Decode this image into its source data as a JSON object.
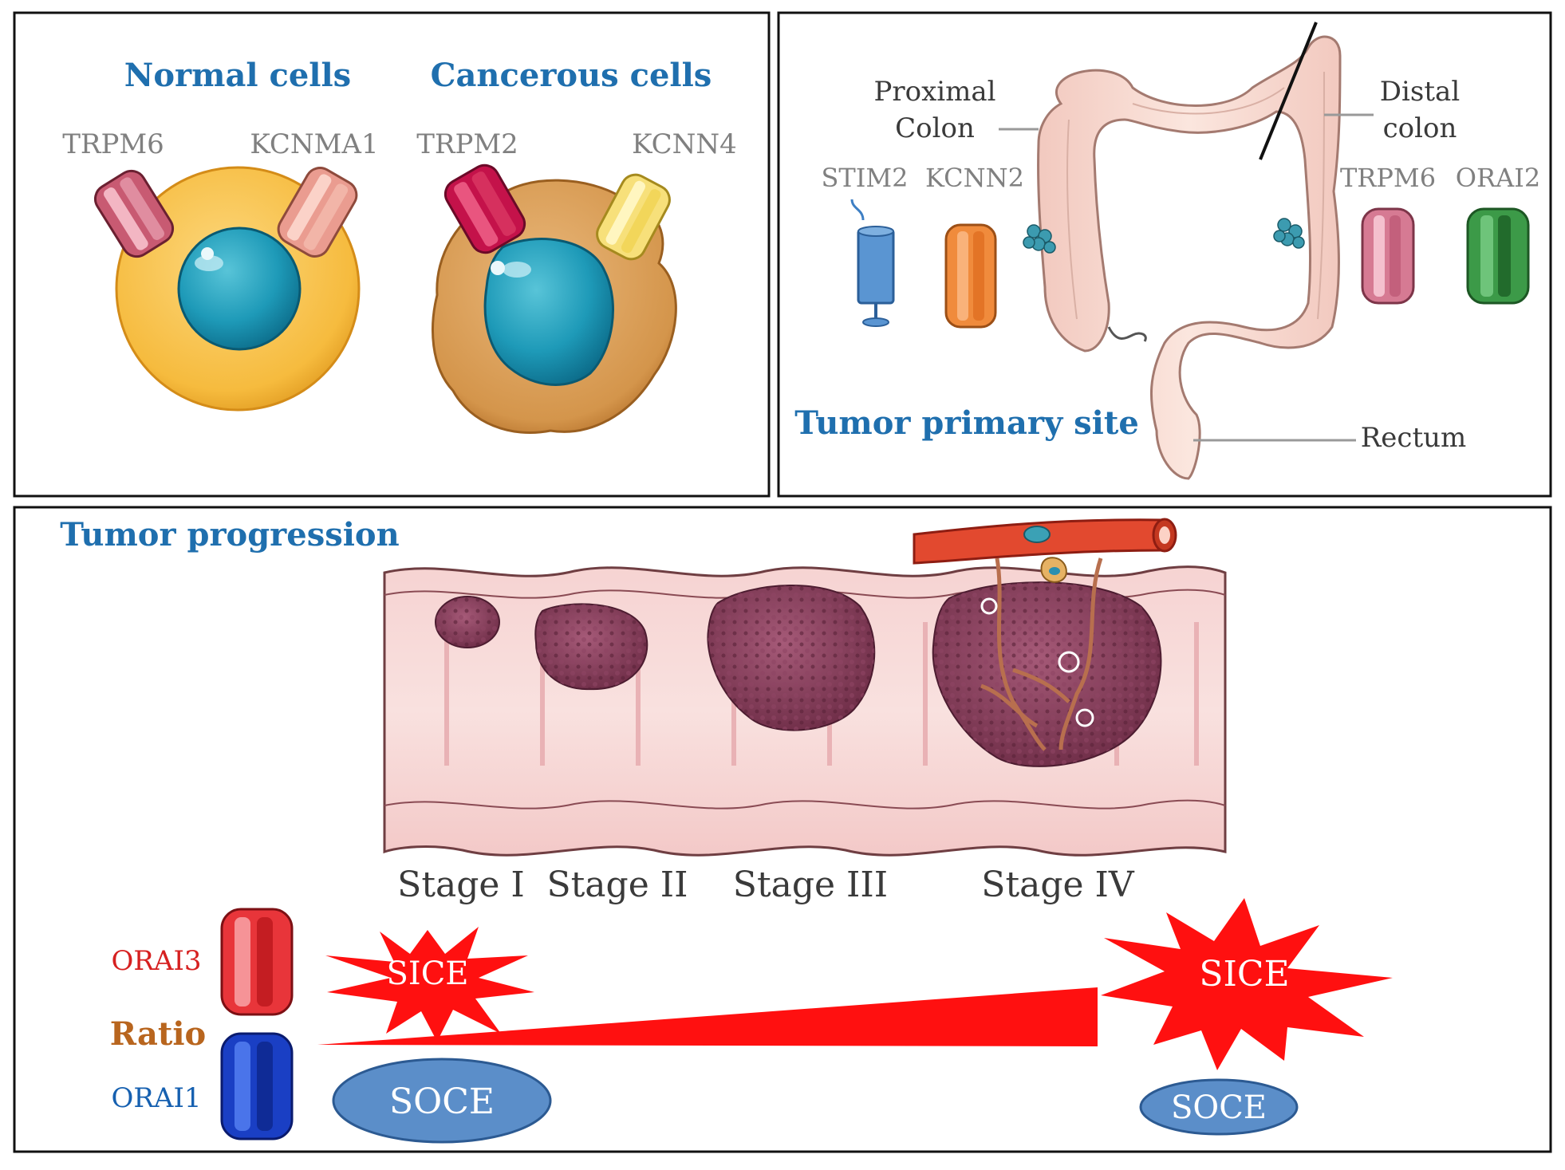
{
  "panel_cells": {
    "normal_title": "Normal cells",
    "cancer_title": "Cancerous cells",
    "normal_left_channel": "TRPM6",
    "normal_right_channel": "KCNMA1",
    "cancer_left_channel": "TRPM2",
    "cancer_right_channel": "KCNN4"
  },
  "panel_colon": {
    "proximal_label_1": "Proximal",
    "proximal_label_2": "Colon",
    "distal_label_1": "Distal",
    "distal_label_2": "colon",
    "stim2": "STIM2",
    "kcnn2": "KCNN2",
    "trpm6": "TRPM6",
    "orai2": "ORAI2",
    "rectum": "Rectum",
    "title": "Tumor primary site"
  },
  "panel_progression": {
    "title": "Tumor progression",
    "stages": [
      "Stage I",
      "Stage II",
      "Stage III",
      "Stage IV"
    ],
    "orai3": "ORAI3",
    "ratio": "Ratio",
    "orai1": "ORAI1",
    "sice_left": "SICE",
    "sice_right": "SICE",
    "soce_left": "SOCE",
    "soce_right": "SOCE"
  },
  "colors": {
    "title_blue": "#1f6fae",
    "label_grey": "#808080",
    "sice_red": "#ff1010",
    "soce_blue": "#5b8ec9",
    "ratio_orange": "#b8651e",
    "orai3_red": "#d62020",
    "orai1_blue": "#1660b0"
  }
}
